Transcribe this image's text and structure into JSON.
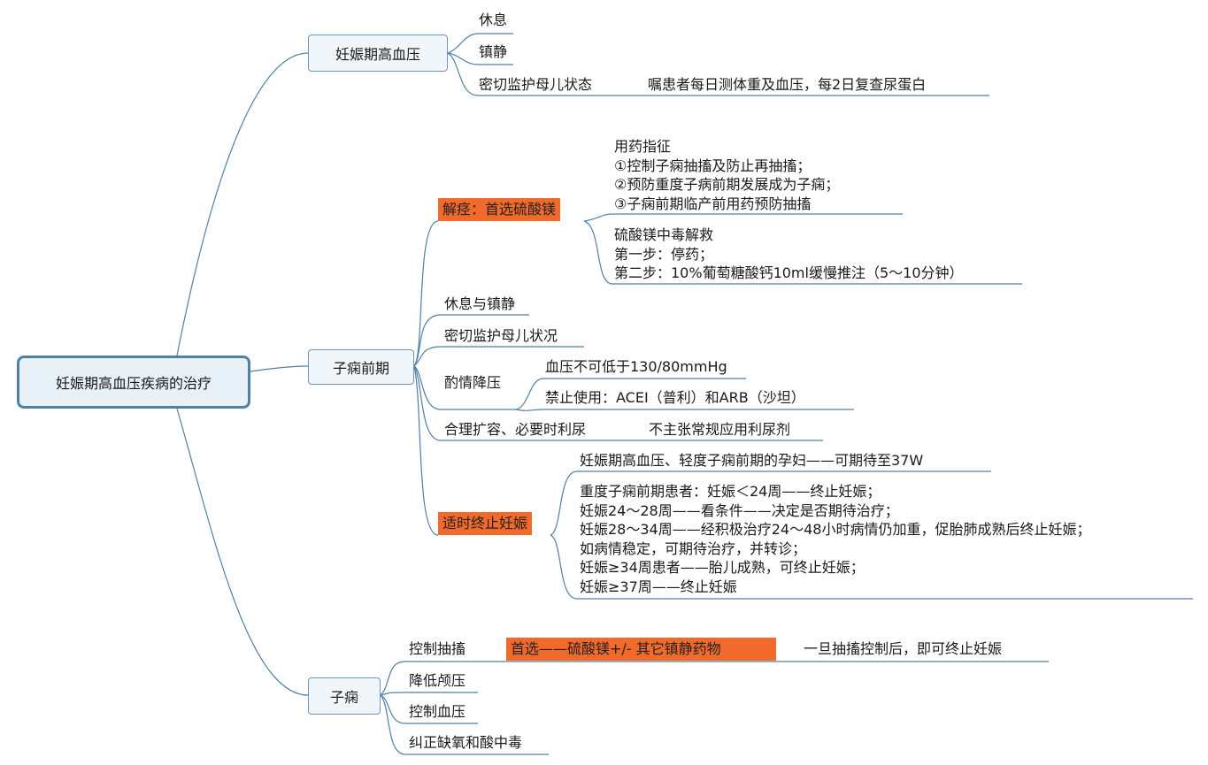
{
  "root": {
    "label": "妊娠期高血压疾病的治疗"
  },
  "colors": {
    "line": "#4f81a8",
    "highlight": "#f26a2b",
    "node_fill": "#f1f6fb",
    "root_fill": "#e8f0f8"
  },
  "branches": [
    {
      "label": "妊娠期高血压",
      "children": [
        {
          "label": "休息"
        },
        {
          "label": "镇静"
        },
        {
          "label": "密切监护母儿状态",
          "note": "嘱患者每日测体重及血压，每2日复查尿蛋白"
        }
      ]
    },
    {
      "label": "子痫前期",
      "children": [
        {
          "label": "解痉：首选硫酸镁",
          "highlighted": true,
          "children": [
            {
              "text": "用药指征\n①控制子痫抽搐及防止再抽搐；\n②预防重度子病前期发展成为子痫；\n③子痫前期临产前用药预防抽搐"
            },
            {
              "text": "硫酸镁中毒解救\n第一步：停药；\n第二步：10%葡萄糖酸钙10ml缓慢推注（5～10分钟）"
            }
          ]
        },
        {
          "label": "休息与镇静"
        },
        {
          "label": "密切监护母儿状况"
        },
        {
          "label": "酌情降压",
          "children": [
            {
              "text": "血压不可低于130/80mmHg"
            },
            {
              "text": "禁止使用：ACEI（普利）和ARB（沙坦）"
            }
          ]
        },
        {
          "label": "合理扩容、必要时利尿",
          "note": "不主张常规应用利尿剂"
        },
        {
          "label": "适时终止妊娠",
          "highlighted": true,
          "children": [
            {
              "text": "妊娠期高血压、轻度子痫前期的孕妇——可期待至37W"
            },
            {
              "text": "重度子痫前期患者：妊娠＜24周——终止妊娠；\n妊娠24～28周——看条件——决定是否期待治疗；\n妊娠28～34周——经积极治疗24～48小时病情仍加重，促胎肺成熟后终止妊娠；\n如病情稳定，可期待治疗，并转诊；\n妊娠≥34周患者——胎儿成熟，可终止妊娠；\n妊娠≥37周——终止妊娠"
            }
          ]
        }
      ]
    },
    {
      "label": "子痫",
      "children": [
        {
          "label": "控制抽搐",
          "highlight_note": "首选——硫酸镁+/- 其它镇静药物",
          "note": "一旦抽搐控制后，即可终止妊娠"
        },
        {
          "label": "降低颅压"
        },
        {
          "label": "控制血压"
        },
        {
          "label": "纠正缺氧和酸中毒"
        }
      ]
    }
  ]
}
